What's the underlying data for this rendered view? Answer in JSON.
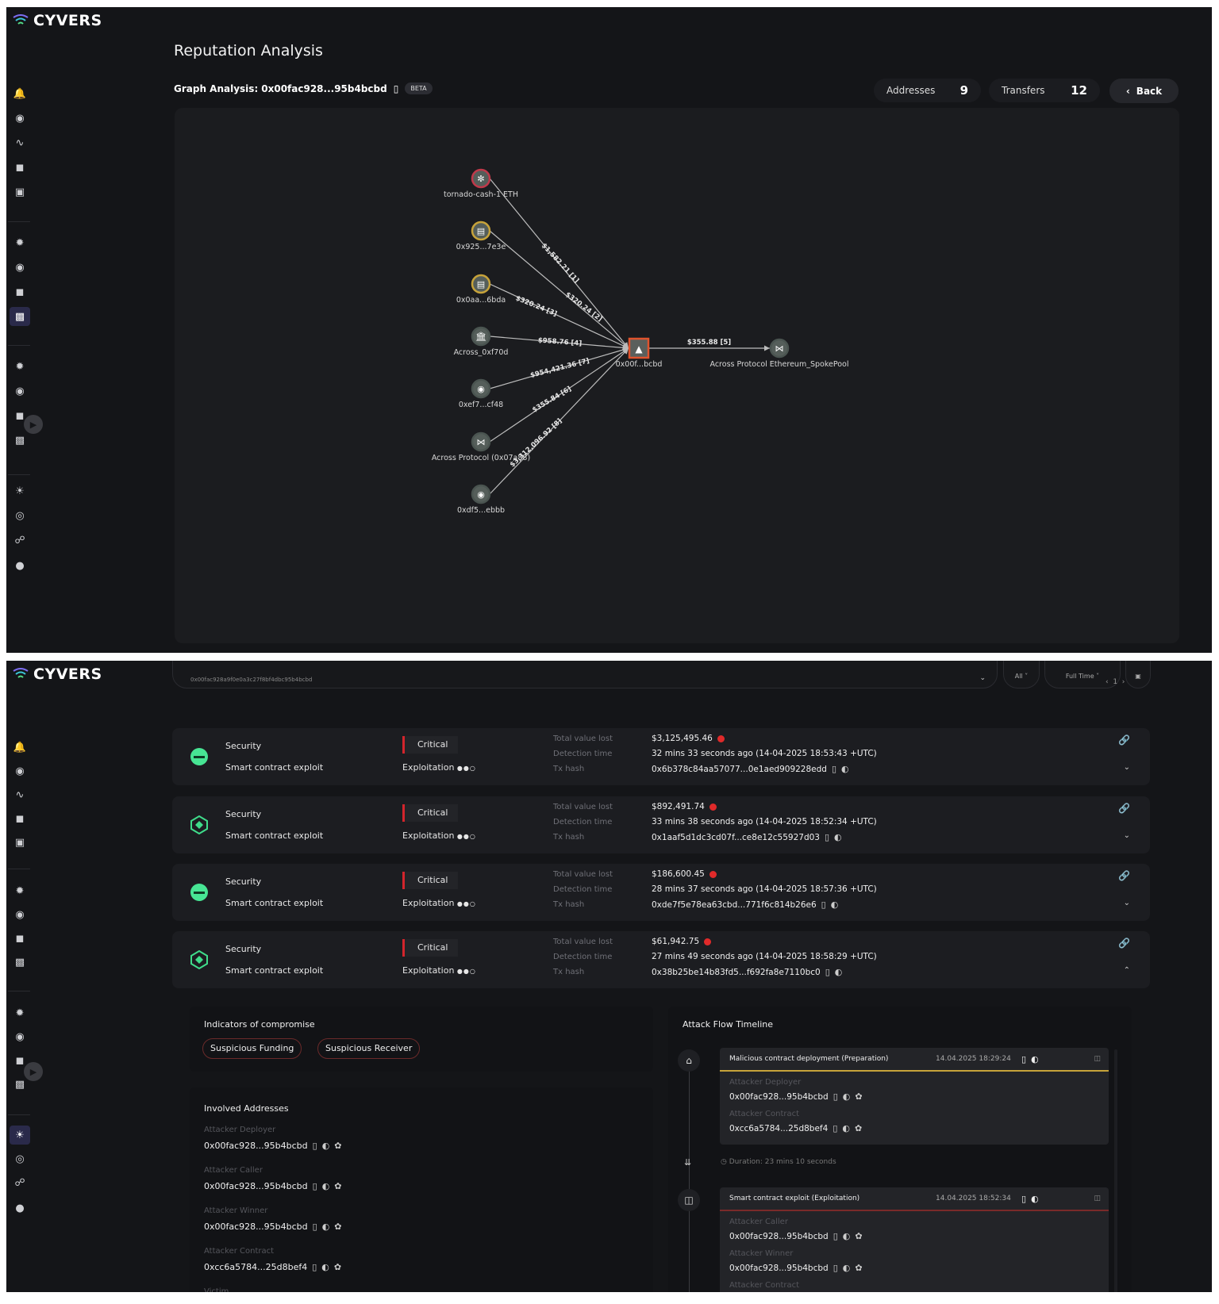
{
  "brand": "CYVERS",
  "page_title": "Reputation Analysis",
  "graph_header": {
    "label": "Graph Analysis:",
    "address": "0x00fac928...95b4bcbd",
    "badge": "BETA"
  },
  "stats": {
    "addresses_label": "Addresses",
    "addresses": "9",
    "transfers_label": "Transfers",
    "transfers": "12"
  },
  "back_label": "Back",
  "graph": {
    "center": {
      "label": "0x00f...bcbd",
      "icon": "hacker-icon"
    },
    "sources": [
      {
        "label": "tornado-cash-1 ETH",
        "icon": "tornado-icon",
        "ring": "#c0394a",
        "edge": "$1,582.21 [1]"
      },
      {
        "label": "0x925...7e3e",
        "icon": "contract-icon",
        "ring": "#c7a33a",
        "edge": "$320.24 [2]"
      },
      {
        "label": "0x0aa...6bda",
        "icon": "contract-icon",
        "ring": "#c7a33a",
        "edge": "$320.24 [3]"
      },
      {
        "label": "Across_0xf70d",
        "icon": "bank-icon",
        "ring": "#4a5450",
        "edge": "$958.76 [4]"
      },
      {
        "label": "0xef7...cf48",
        "icon": "token-icon",
        "ring": "#4a5450",
        "edge": "$954,421.36 [7]"
      },
      {
        "label": "Across Protocol (0x07a88)",
        "icon": "bridge-icon",
        "ring": "#4a5450",
        "edge": "$355.84 [6]"
      },
      {
        "label": "0xdf5...ebbb",
        "icon": "token-icon",
        "ring": "#4a5450",
        "edge": "$3,312,096.92 [8]"
      }
    ],
    "target": {
      "label": "Across Protocol Ethereum_SpokePool",
      "icon": "bridge-icon",
      "edge": "$355.88 [5]"
    }
  },
  "filter": {
    "search_value": "0x00fac928a9f0e0a3c27f8bf4dbc95b4bcbd",
    "opt1": "All",
    "opt2": "Full Time",
    "page": "1"
  },
  "alerts": [
    {
      "category": "Security",
      "type": "Smart contract exploit",
      "severity": "Critical",
      "phase": "Exploitation",
      "chain_icon": "green-chain-icon",
      "value": "$3,125,495.46",
      "time": "32 mins 33 seconds ago (14-04-2025 18:53:43 +UTC)",
      "hash": "0x6b378c84aa57077...0e1aed909228edd",
      "expanded": false
    },
    {
      "category": "Security",
      "type": "Smart contract exploit",
      "severity": "Critical",
      "phase": "Exploitation",
      "chain_icon": "bnb-chain-icon",
      "value": "$892,491.74",
      "time": "33 mins 38 seconds ago (14-04-2025 18:52:34 +UTC)",
      "hash": "0x1aaf5d1dc3cd07f...ce8e12c55927d03",
      "expanded": false
    },
    {
      "category": "Security",
      "type": "Smart contract exploit",
      "severity": "Critical",
      "phase": "Exploitation",
      "chain_icon": "green-chain-icon",
      "value": "$186,600.45",
      "time": "28 mins 37 seconds ago (14-04-2025 18:57:36 +UTC)",
      "hash": "0xde7f5e78ea63cbd...771f6c814b26e6",
      "expanded": false
    },
    {
      "category": "Security",
      "type": "Smart contract exploit",
      "severity": "Critical",
      "phase": "Exploitation",
      "chain_icon": "bnb-chain-icon",
      "value": "$61,942.75",
      "time": "27 mins 49 seconds ago (14-04-2025 18:58:29 +UTC)",
      "hash": "0x38b25be14b83fd5...f692fa8e7110bc0",
      "expanded": true
    }
  ],
  "alert_labels": {
    "value": "Total value lost",
    "time": "Detection time",
    "hash": "Tx hash"
  },
  "ioc": {
    "title": "Indicators of compromise",
    "chips": [
      "Suspicious Funding",
      "Suspicious Receiver"
    ]
  },
  "involved": {
    "title": "Involved Addresses",
    "items": [
      {
        "role": "Attacker Deployer",
        "address": "0x00fac928...95b4bcbd"
      },
      {
        "role": "Attacker Caller",
        "address": "0x00fac928...95b4bcbd"
      },
      {
        "role": "Attacker Winner",
        "address": "0x00fac928...95b4bcbd"
      },
      {
        "role": "Attacker Contract",
        "address": "0xcc6a5784...25d8bef4"
      }
    ],
    "more": "Victim"
  },
  "timeline": {
    "title": "Attack Flow Timeline",
    "steps": [
      {
        "title": "Malicious contract deployment (Preparation)",
        "ts": "14.04.2025 18:29:24",
        "color": "#c7a33a",
        "items": [
          {
            "role": "Attacker Deployer",
            "address": "0x00fac928...95b4bcbd"
          },
          {
            "role": "Attacker Contract",
            "address": "0xcc6a5784...25d8bef4"
          }
        ]
      },
      {
        "title": "Smart contract exploit (Exploitation)",
        "ts": "14.04.2025 18:52:34",
        "color": "#7a2a2a",
        "items": [
          {
            "role": "Attacker Caller",
            "address": "0x00fac928...95b4bcbd"
          },
          {
            "role": "Attacker Winner",
            "address": "0x00fac928...95b4bcbd"
          },
          {
            "role": "Attacker Contract",
            "address": ""
          }
        ]
      }
    ],
    "duration": "Duration: 23 mins 10 seconds"
  }
}
